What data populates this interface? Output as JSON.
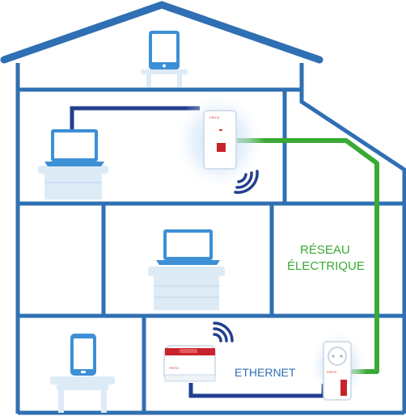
{
  "labels": {
    "powerline_line1": "RÉSEAU",
    "powerline_line2": "ÉLECTRIQUE",
    "ethernet": "ETHERNET",
    "brand": "FRITZ!"
  },
  "colors": {
    "house_outline": "#2f6fb3",
    "device_blue": "#3d8fd6",
    "furniture": "#ddebf7",
    "furniture_edge": "#c6dcef",
    "powerline_cable": "#3aa935",
    "ethernet_cable": "#223f8f",
    "router_red": "#c8232c",
    "glow": "#cfe3f7"
  },
  "devices": [
    {
      "name": "tablet-attic",
      "icon": "tablet-icon"
    },
    {
      "name": "laptop-floor2",
      "icon": "laptop-icon"
    },
    {
      "name": "powerline-wifi-adapter",
      "icon": "adapter-icon"
    },
    {
      "name": "laptop-floor1",
      "icon": "laptop-icon"
    },
    {
      "name": "smartphone-ground",
      "icon": "smartphone-icon"
    },
    {
      "name": "router",
      "icon": "router-icon"
    },
    {
      "name": "powerline-adapter-socket",
      "icon": "adapter-icon"
    }
  ]
}
